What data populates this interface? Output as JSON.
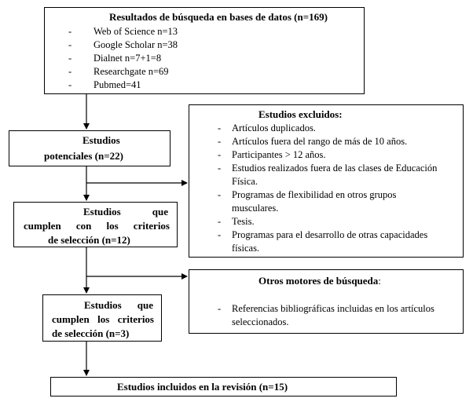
{
  "search": {
    "title": "Resultados de búsqueda en bases de datos (n=169)",
    "items": [
      "Web of Science n=13",
      "Google Scholar n=38",
      "Dialnet n=7+1=8",
      "Researchgate  n=69",
      "Pubmed=41"
    ]
  },
  "potential": {
    "line1": "Estudios",
    "line2": "potenciales (n=22)"
  },
  "criteria12": {
    "line1": "Estudios que",
    "line2": "cumplen con los criterios",
    "line3": "de selección (n=12)"
  },
  "criteria3": {
    "line1": "Estudios que",
    "line2": "cumplen los criterios",
    "line3": "de selección (n=3)"
  },
  "final": {
    "title": "Estudios incluidos en la revisión (n=15)"
  },
  "excluded": {
    "title": "Estudios excluidos:",
    "items": [
      "Artículos duplicados.",
      "Artículos fuera del rango de más de 10 años.",
      "Participantes > 12 años.",
      "Estudios realizados fuera de las clases de Educación Física.",
      "Programas de flexibilidad en otros grupos musculares.",
      "Tesis.",
      "Programas para el desarrollo de otras capacidades físicas."
    ]
  },
  "other": {
    "title": "Otros motores de búsqueda",
    "title_suffix": ":",
    "items": [
      "Referencias bibliográficas incluidas en los artículos seleccionados."
    ]
  }
}
